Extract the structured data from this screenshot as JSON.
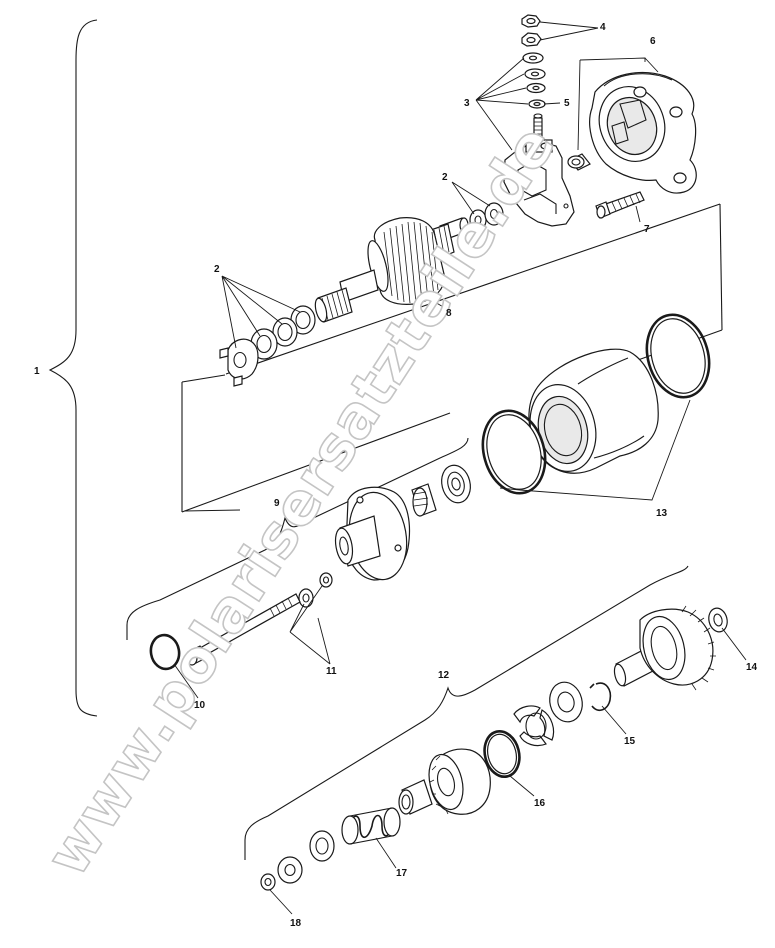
{
  "watermark": "www.polarisersatzteile.de",
  "callouts": {
    "c1": "1",
    "c2a": "2",
    "c2b": "2",
    "c3": "3",
    "c4": "4",
    "c5": "5",
    "c6": "6",
    "c7": "7",
    "c8": "8",
    "c9": "9",
    "c10": "10",
    "c11": "11",
    "c12": "12",
    "c13": "13",
    "c14": "14",
    "c15": "15",
    "c16": "16",
    "c17": "17",
    "c18": "18"
  }
}
